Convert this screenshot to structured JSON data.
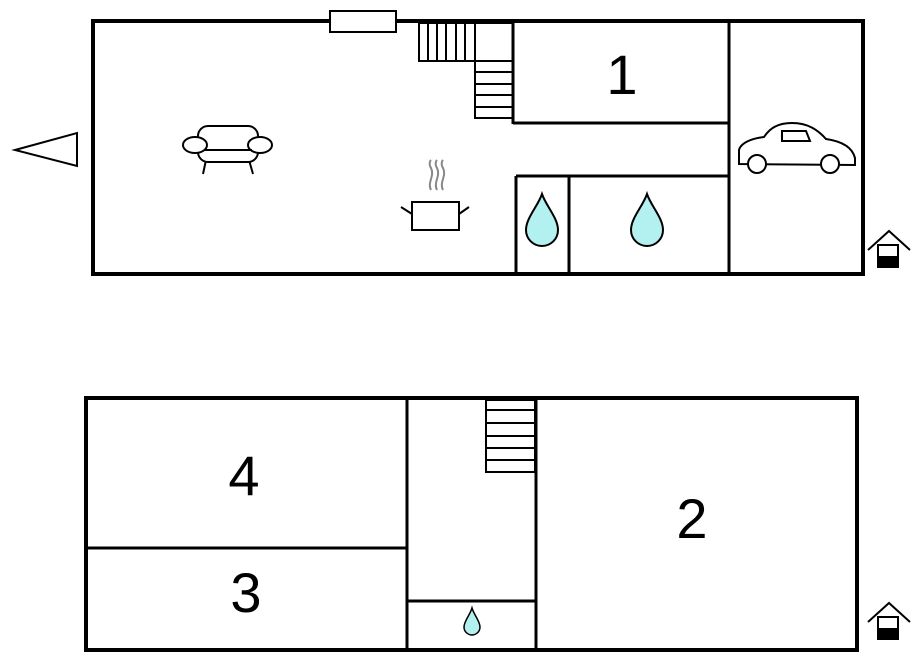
{
  "floors": [
    {
      "rooms": [
        {
          "label": "1"
        }
      ],
      "icons": [
        "window-icon",
        "staircase-icon",
        "sofa-icon",
        "cooking-pot-icon",
        "water-drop-icon",
        "water-drop-icon",
        "car-icon",
        "house-entrance-icon"
      ]
    },
    {
      "rooms": [
        {
          "label": "4"
        },
        {
          "label": "3"
        },
        {
          "label": "2"
        }
      ],
      "icons": [
        "staircase-icon",
        "water-drop-icon",
        "house-entrance-icon"
      ]
    }
  ],
  "compass": {
    "icon": "north-arrow-icon"
  },
  "colors": {
    "wall": "#000000",
    "water": "#b3f0f0",
    "background": "#ffffff"
  }
}
